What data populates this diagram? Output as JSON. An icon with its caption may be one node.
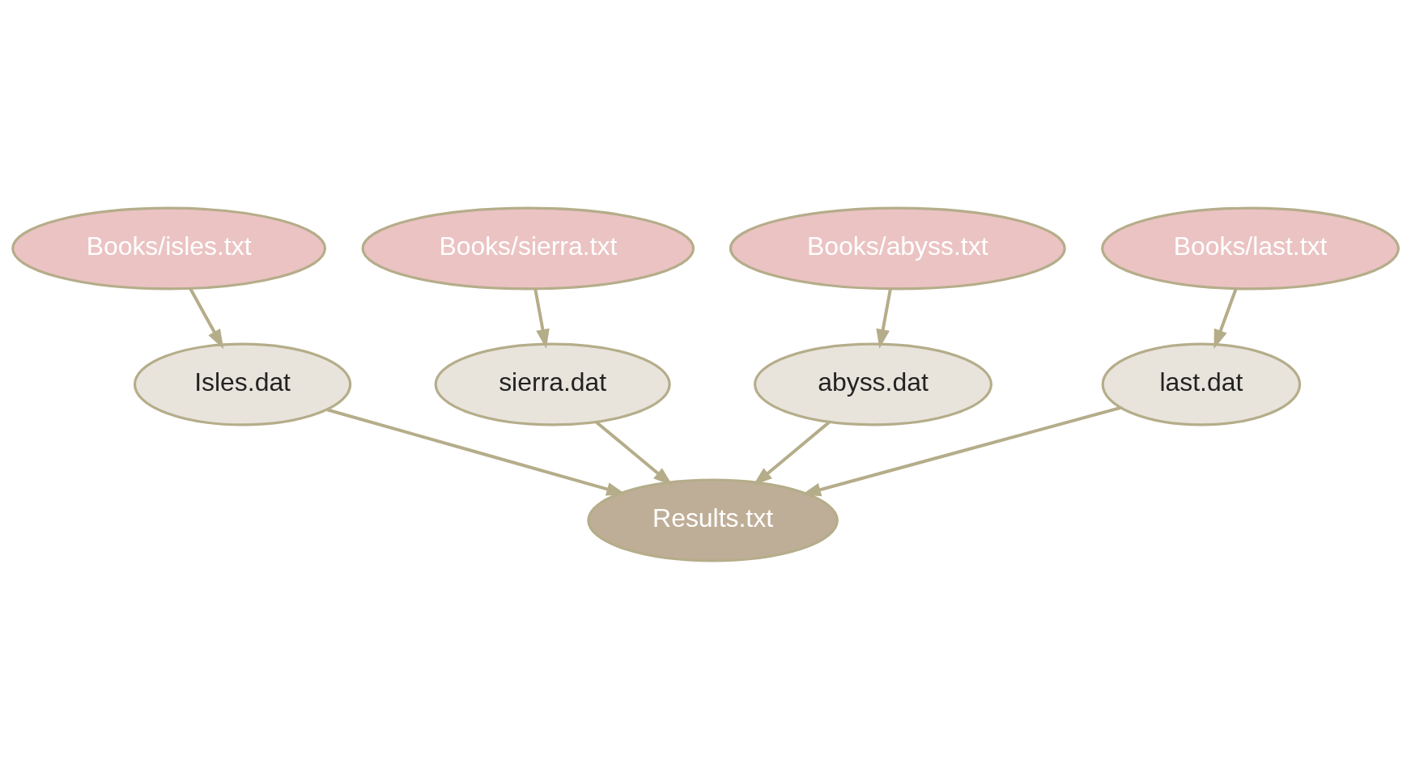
{
  "diagram": {
    "nodes": [
      {
        "text": [
          "Books/isles.txt"
        ]
      },
      {
        "text": [
          "Isles.dat"
        ]
      },
      {
        "text": [
          "Books/sierra.txt"
        ]
      },
      {
        "text": [
          "sierra.dat"
        ]
      },
      {
        "text": [
          "Books/abyss.txt"
        ]
      },
      {
        "text": [
          "abyss.dat"
        ]
      },
      {
        "text": [
          "Books/last.txt"
        ]
      },
      {
        "text": [
          "last.dat"
        ]
      },
      {
        "text": [
          "Results.txt"
        ]
      }
    ],
    "edges": [
      {
        "from": 0,
        "to": 1,
        "arrow": "to"
      },
      {
        "from": 2,
        "to": 3,
        "arrow": "to"
      },
      {
        "from": 4,
        "to": 5,
        "arrow": "to"
      },
      {
        "from": 6,
        "to": 7,
        "arrow": "to"
      },
      {
        "from": 1,
        "to": 8,
        "arrow": "to"
      },
      {
        "from": 3,
        "to": 8,
        "arrow": "to"
      },
      {
        "from": 5,
        "to": 8,
        "arrow": "to"
      },
      {
        "from": 7,
        "to": 8,
        "arrow": "to"
      }
    ]
  }
}
